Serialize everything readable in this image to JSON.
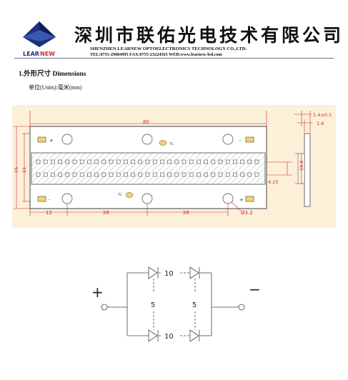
{
  "header": {
    "logo_text_a": "LEAR",
    "logo_text_b": "NEW",
    "company_cn": "深圳市联佑光电技术有限公司",
    "company_en": "SHENZHEN LEARNEW OPTOELECTRONICS TECHNOLOGY CO.,LTD.",
    "contact": "TEL:0755-29084995     FAX:0755-23224565     WEB:www.learnew-led.com"
  },
  "section": {
    "title": "1.外形尺寸 Dimensions",
    "units": "单位(Units):毫米(mm)"
  },
  "drawing": {
    "dim_length": "80",
    "dim_height_outer": "25",
    "dim_height_inner": "21",
    "dim_edge": "12",
    "dim_pitch_1": "28",
    "dim_pitch_2": "28",
    "dim_hole": "Ø3.2",
    "dim_offset": "4.25",
    "dim_side_height": "10.6",
    "dim_thickness_a": "1.4±0.1",
    "dim_thickness_b": "1.6",
    "tc_label_top": "TC",
    "tc_label_bottom": "TC",
    "plus_top": "+",
    "minus_top": "-",
    "plus_bottom": "+",
    "minus_bottom": "-"
  },
  "circuit": {
    "plus": "+",
    "minus": "−",
    "series_top": "10",
    "series_bottom": "10",
    "parallel_left": "5",
    "parallel_right": "5"
  },
  "colors": {
    "drawing_bg": "#fcf0d9",
    "pad_fill": "#f5d36b",
    "dimension_red": "#cc2b2b",
    "logo_blue": "#1b2f7a",
    "logo_red": "#d22c2c"
  }
}
